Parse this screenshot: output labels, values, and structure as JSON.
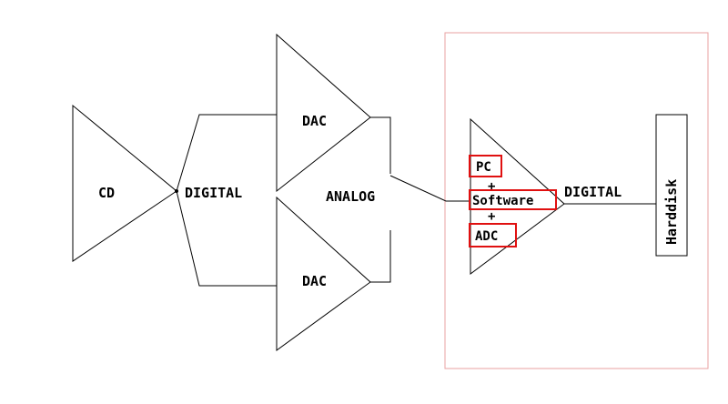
{
  "labels": {
    "cd": "CD",
    "digital_left": "DIGITAL",
    "dac_top": "DAC",
    "dac_bottom": "DAC",
    "analog": "ANALOG",
    "pc": "PC",
    "plus_1": "+",
    "software": "Software",
    "plus_2": "+",
    "adc": "ADC",
    "digital_right": "DIGITAL",
    "harddisk": "Harddisk"
  },
  "colors": {
    "frame": "#e8a0a0",
    "highlight": "#e01010",
    "stroke": "#000000"
  }
}
